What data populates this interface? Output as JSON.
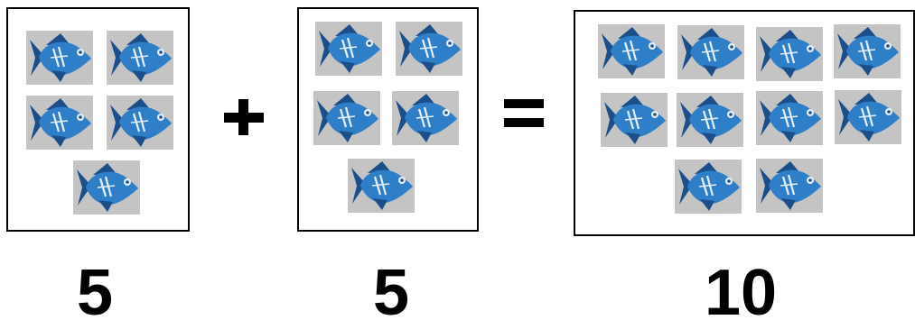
{
  "groups": [
    {
      "fish_count": 5
    },
    {
      "fish_count": 5
    },
    {
      "fish_count": 10
    }
  ],
  "numbers": {
    "first": "5",
    "second": "5",
    "total": "10"
  },
  "icons": {
    "fish": "fish-icon",
    "plus": "plus-icon",
    "equals": "equals-icon"
  },
  "colors": {
    "fish_body": "#2f7fc8",
    "fish_dark": "#1c4f8a",
    "tile_background": "#c4c4c4"
  }
}
